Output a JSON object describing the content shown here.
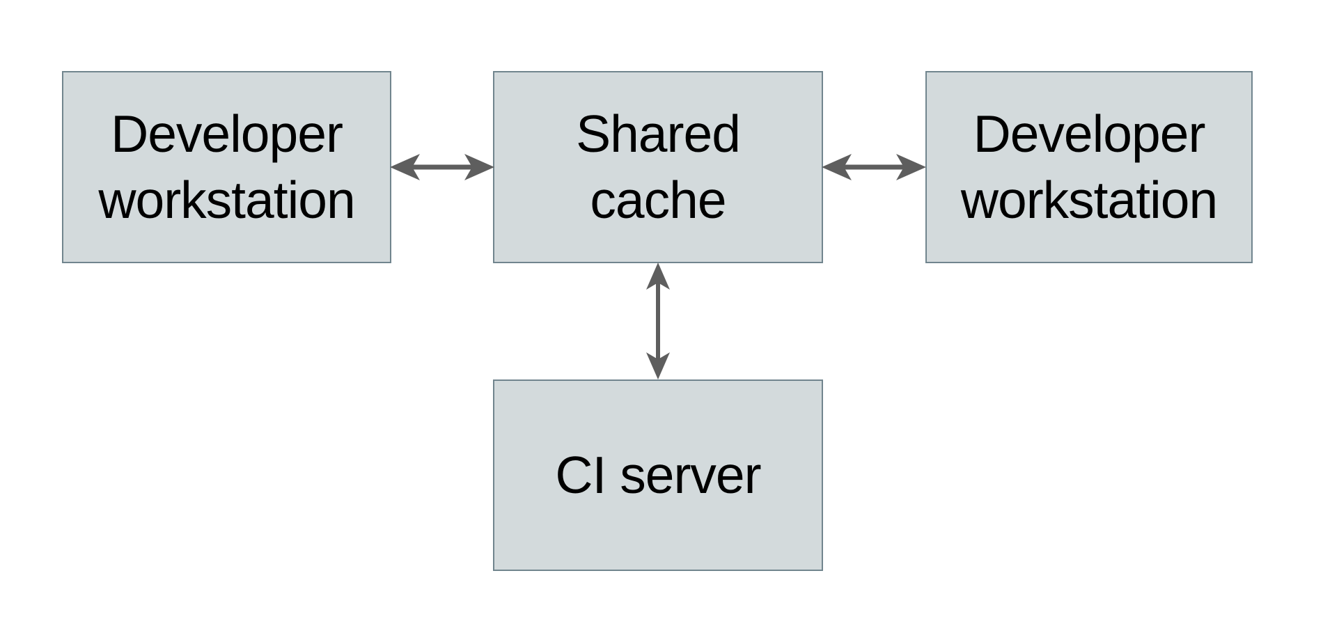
{
  "colors": {
    "background": "#ffffff",
    "node_fill": "#d3dadc",
    "node_border": "#71858e",
    "arrow": "#5e5e5e",
    "text": "#000000"
  },
  "diagram": {
    "type": "architecture-diagram",
    "nodes": [
      {
        "id": "developer-workstation-left",
        "label": "Developer workstation",
        "lines": [
          "Developer",
          "workstation"
        ]
      },
      {
        "id": "shared-cache",
        "label": "Shared cache",
        "lines": [
          "Shared",
          "cache"
        ]
      },
      {
        "id": "developer-workstation-right",
        "label": "Developer workstation",
        "lines": [
          "Developer",
          "workstation"
        ]
      },
      {
        "id": "ci-server",
        "label": "CI server",
        "lines": [
          "CI server"
        ]
      }
    ],
    "edges": [
      {
        "from": "developer-workstation-left",
        "to": "shared-cache",
        "type": "bidirectional"
      },
      {
        "from": "shared-cache",
        "to": "developer-workstation-right",
        "type": "bidirectional"
      },
      {
        "from": "shared-cache",
        "to": "ci-server",
        "type": "bidirectional"
      }
    ]
  }
}
